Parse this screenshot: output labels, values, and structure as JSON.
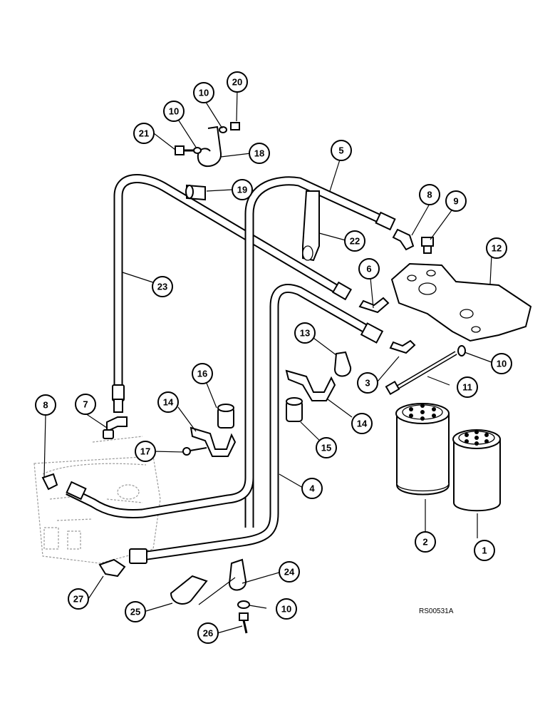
{
  "diagram": {
    "reference_code": "RS00531A",
    "callout_numbers": [
      "1",
      "2",
      "3",
      "4",
      "5",
      "6",
      "7",
      "8",
      "8",
      "9",
      "10",
      "10",
      "10",
      "10",
      "10",
      "11",
      "12",
      "13",
      "14",
      "14",
      "15",
      "16",
      "17",
      "18",
      "19",
      "20",
      "21",
      "22",
      "23",
      "24",
      "25",
      "26",
      "27"
    ]
  }
}
